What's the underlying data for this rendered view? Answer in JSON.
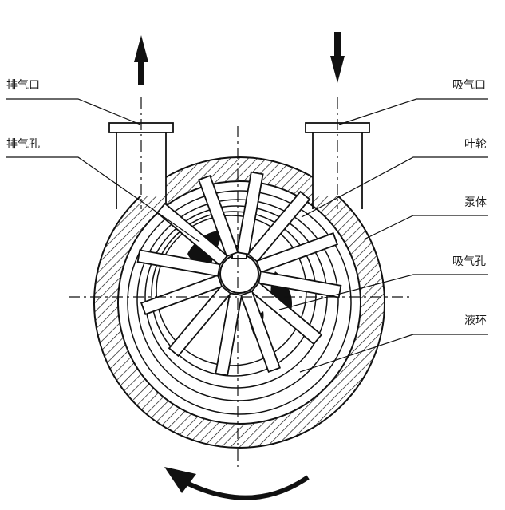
{
  "labels": {
    "exhaust_port": "排气口",
    "exhaust_hole": "排气孔",
    "intake_port": "吸气口",
    "impeller": "叶轮",
    "pump_body": "泵体",
    "intake_hole": "吸气孔",
    "liquid_ring": "液环"
  },
  "impeller_blade_count": 12
}
